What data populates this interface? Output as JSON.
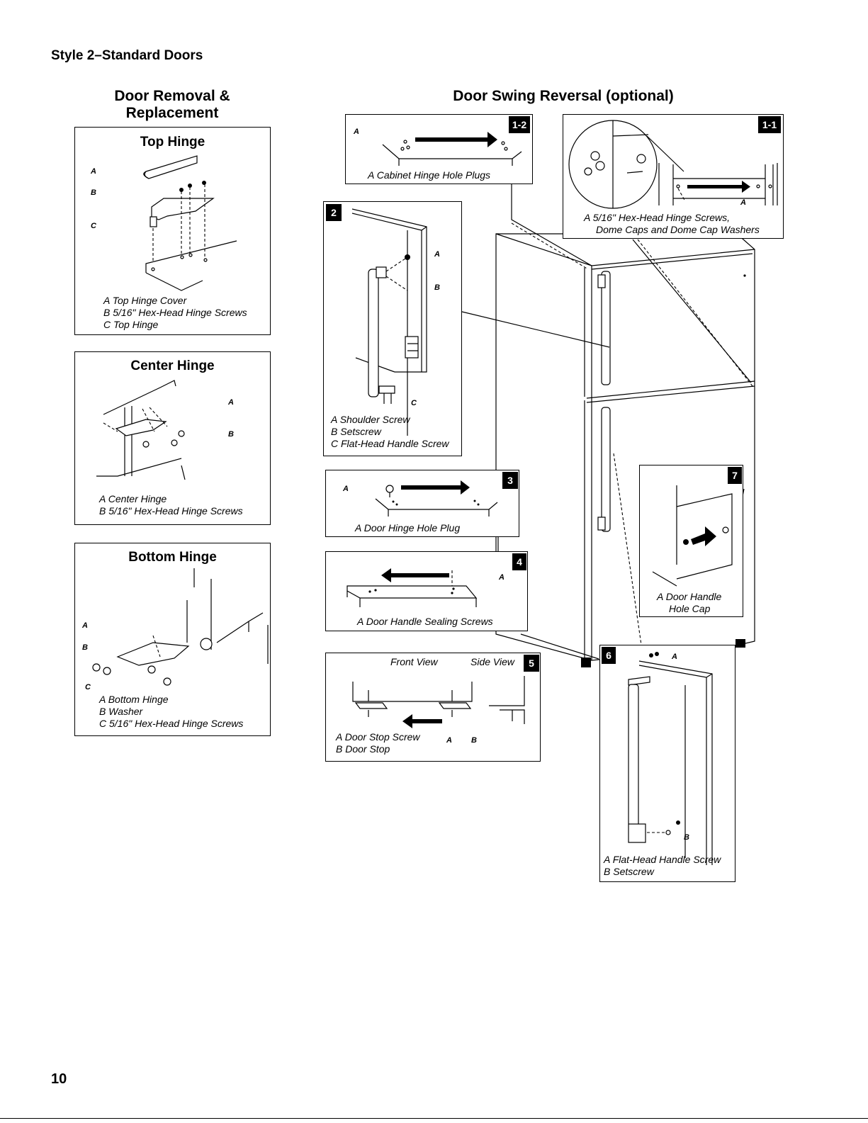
{
  "page": {
    "section_title": "Style 2–Standard Doors",
    "page_number": "10",
    "left_heading_line1": "Door Removal &",
    "left_heading_line2": "Replacement",
    "right_heading": "Door Swing Reversal (optional)"
  },
  "top_hinge": {
    "title": "Top Hinge",
    "callouts": [
      "A",
      "B",
      "C"
    ],
    "legend": [
      "A  Top Hinge Cover",
      "B  5/16\" Hex-Head Hinge Screws",
      "C  Top Hinge"
    ]
  },
  "center_hinge": {
    "title": "Center Hinge",
    "callouts": [
      "A",
      "B"
    ],
    "legend": [
      "A  Center Hinge",
      "B  5/16\" Hex-Head Hinge Screws"
    ]
  },
  "bottom_hinge": {
    "title": "Bottom Hinge",
    "callouts": [
      "A",
      "B",
      "C"
    ],
    "legend": [
      "A  Bottom Hinge",
      "B  Washer",
      "C  5/16\" Hex-Head Hinge Screws"
    ]
  },
  "step_1_2": {
    "badge": "1-2",
    "callout": "A",
    "legend": "A  Cabinet Hinge Hole Plugs"
  },
  "step_1_1": {
    "badge": "1-1",
    "callout": "A",
    "legend_line1": "A  5/16\" Hex-Head Hinge Screws,",
    "legend_line2": "Dome Caps and Dome Cap Washers"
  },
  "step_2": {
    "badge": "2",
    "callouts": [
      "A",
      "B",
      "C"
    ],
    "legend": [
      "A  Shoulder Screw",
      "B  Setscrew",
      "C  Flat-Head Handle Screw"
    ]
  },
  "step_3": {
    "badge": "3",
    "callout": "A",
    "legend": "A  Door Hinge Hole Plug"
  },
  "step_4": {
    "badge": "4",
    "callout": "A",
    "legend": "A  Door Handle Sealing Screws"
  },
  "step_5": {
    "badge": "5",
    "front_view": "Front View",
    "side_view": "Side View",
    "callouts": [
      "A",
      "B"
    ],
    "legend": [
      "A  Door Stop Screw",
      "B  Door Stop"
    ]
  },
  "step_6": {
    "badge": "6",
    "callouts": [
      "A",
      "B"
    ],
    "legend": [
      "A  Flat-Head Handle Screw",
      "B  Setscrew"
    ]
  },
  "step_7": {
    "badge": "7",
    "legend_line1": "A  Door Handle",
    "legend_line2": "Hole Cap"
  }
}
